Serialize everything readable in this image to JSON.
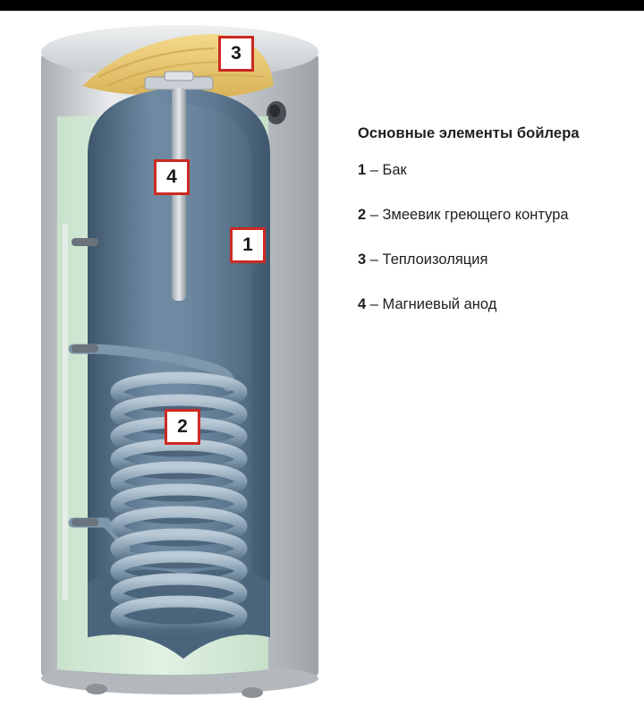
{
  "legend": {
    "title": "Основные элементы бойлера",
    "items": [
      {
        "num": "1",
        "sep": " – ",
        "label": "Бак"
      },
      {
        "num": "2",
        "sep": " – ",
        "label": "Змеевик греющего контура"
      },
      {
        "num": "3",
        "sep": " – ",
        "label": "Теплоизоляция"
      },
      {
        "num": "4",
        "sep": " – ",
        "label": "Магниевый анод"
      }
    ]
  },
  "callouts": {
    "tank": "1",
    "coil": "2",
    "insulation": "3",
    "anode": "4"
  },
  "colors": {
    "callout_border": "#cc2a22",
    "tank_body": "#5d7890",
    "insulation_foam": "#d6ecd8",
    "casing": "#cfd3d7"
  }
}
